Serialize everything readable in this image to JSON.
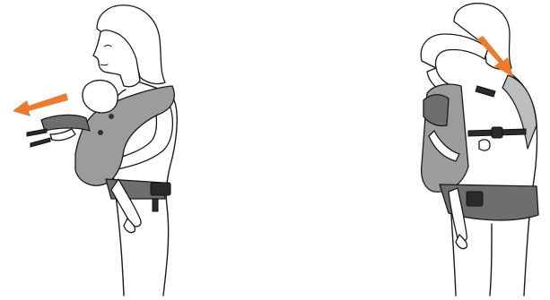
{
  "figure": {
    "panels": [
      {
        "id": "left",
        "arrow_direction": "left"
      },
      {
        "id": "right",
        "arrow_direction": "down-right"
      }
    ],
    "colors": {
      "arrow": "#ee7a2c",
      "carrier": "#9c9c9c",
      "carrier_dark": "#6e6e6e",
      "line": "#1a1a1a",
      "background": "#ffffff"
    }
  }
}
